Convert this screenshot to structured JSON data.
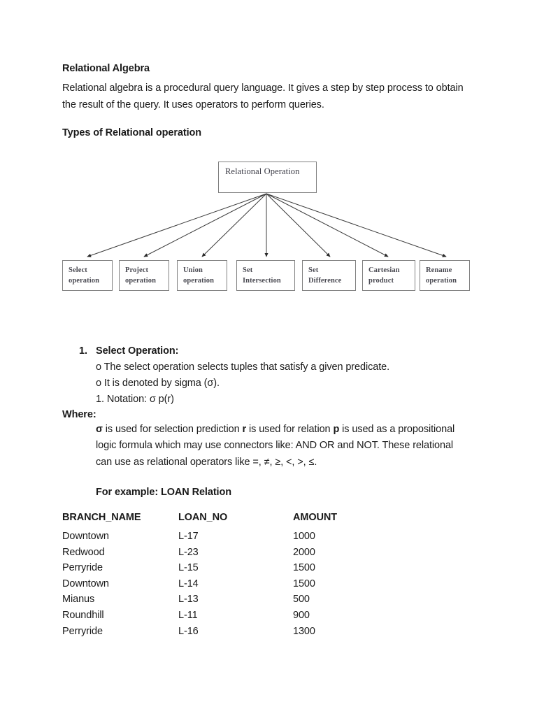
{
  "document": {
    "heading": "Relational Algebra",
    "intro_paragraph": "Relational algebra is a procedural query language. It gives a step by step process to obtain the result of the query. It uses operators to perform queries.",
    "section_heading": "Types of Relational operation"
  },
  "diagram": {
    "root_label": "Relational Operation",
    "nodes": [
      {
        "line1": "Select",
        "line2": "operation"
      },
      {
        "line1": "Project",
        "line2": "operation"
      },
      {
        "line1": "Union",
        "line2": "operation"
      },
      {
        "line1": "Set",
        "line2": "Intersection"
      },
      {
        "line1": "Set",
        "line2": "Difference"
      },
      {
        "line1": "Cartesian",
        "line2": "product"
      },
      {
        "line1": "Rename",
        "line2": "operation"
      }
    ],
    "border_color": "#808080",
    "text_color": "#4a4a52"
  },
  "select_operation": {
    "marker": "1.",
    "title": "Select Operation:",
    "bullets": [
      "o The select operation selects tuples that satisfy a given predicate.",
      "o It is denoted by sigma (σ).",
      "1. Notation: σ p(r)"
    ],
    "where_label": "Where:",
    "where_sigma": "σ",
    "where_text_1": " is used for selection prediction ",
    "where_r": "r",
    "where_text_2": " is used for relation ",
    "where_p": "p",
    "where_text_3": " is used as a propositional logic formula which may use connectors like: AND OR and NOT. These relational can use as relational operators like =, ≠, ≥, <, >, ≤.",
    "example_label": "For example: LOAN Relation"
  },
  "loan_table": {
    "columns": [
      "BRANCH_NAME",
      "LOAN_NO",
      "AMOUNT"
    ],
    "rows": [
      [
        "Downtown",
        "L-17",
        "1000"
      ],
      [
        "Redwood",
        "L-23",
        "2000"
      ],
      [
        "Perryride",
        "L-15",
        "1500"
      ],
      [
        "Downtown",
        "L-14",
        "1500"
      ],
      [
        "Mianus",
        "L-13",
        "500"
      ],
      [
        "Roundhill",
        "L-11",
        "900"
      ],
      [
        "Perryride",
        "L-16",
        "1300"
      ]
    ]
  }
}
